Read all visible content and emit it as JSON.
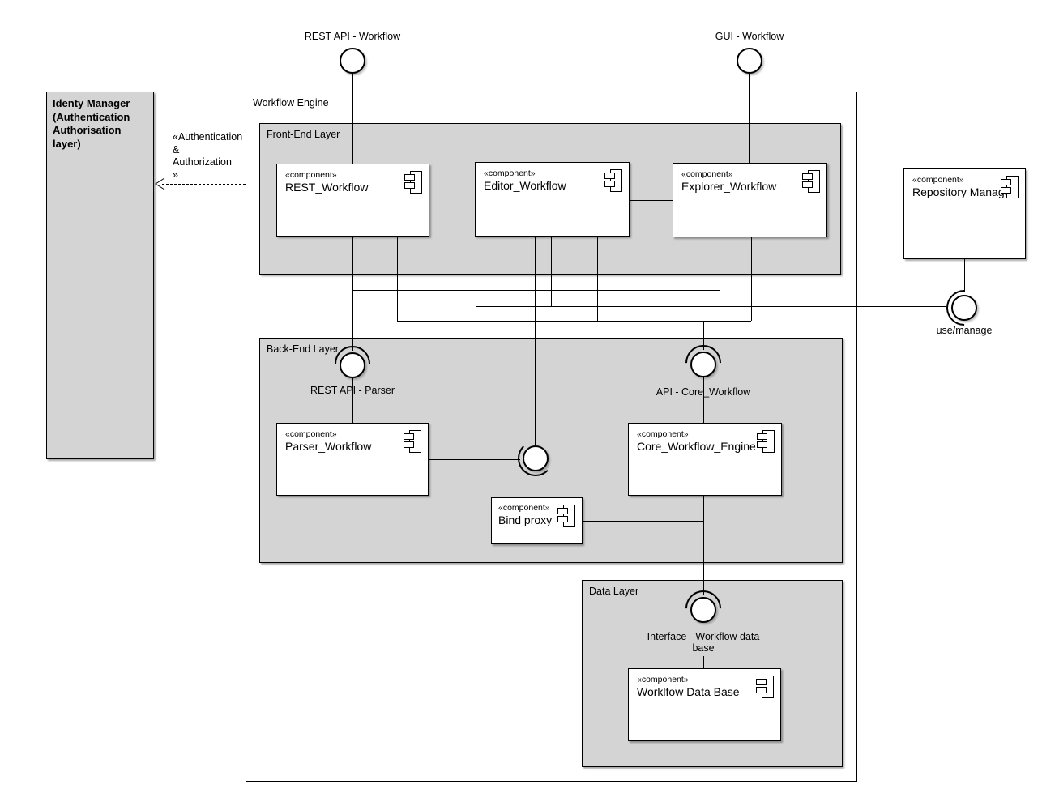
{
  "engine_title": "Workflow Engine",
  "layers": {
    "front_end": "Front-End Layer",
    "back_end": "Back-End Layer",
    "data": "Data Layer"
  },
  "stereotype": "«component»",
  "components": {
    "rest_workflow": "REST_Workflow",
    "editor_workflow": "Editor_Workflow",
    "explorer_workflow": "Explorer_Workflow",
    "repository_manager": "Repository Manager",
    "parser_workflow": "Parser_Workflow",
    "core_workflow_engine": "Core_Workflow_Engine",
    "bind_proxy": "Bind proxy",
    "workflow_data_base": "Worklfow Data Base"
  },
  "interfaces": {
    "rest_api_workflow": "REST API - Workflow",
    "gui_workflow": "GUI - Workflow",
    "rest_api_parser": "REST API - Parser",
    "api_core_workflow": "API - Core_Workflow",
    "use_manage": "use/manage",
    "workflow_database": "Interface - Workflow data\nbase"
  },
  "identity_manager": "Identy Manager\n(Authentication\nAuthorisation\nlayer)",
  "auth_dependency_label": "«Authentication\n&\nAuthorization\n»",
  "colors": {
    "layer_fill": "#d4d4d4",
    "component_fill": "#ffffff",
    "line": "#000000",
    "background": "#ffffff"
  }
}
